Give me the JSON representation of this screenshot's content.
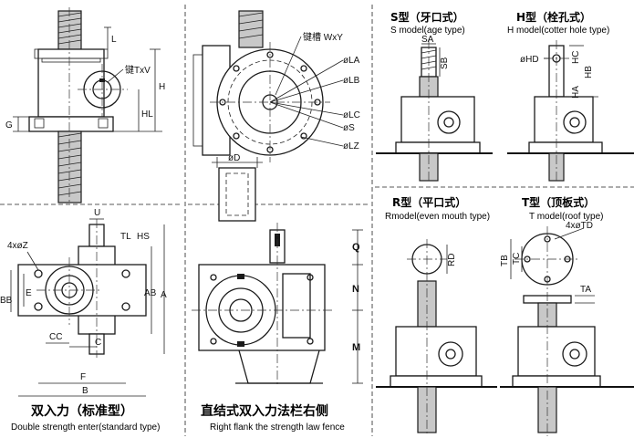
{
  "panels": {
    "top_left": {
      "labels": {
        "l": "L",
        "key": "键TxV",
        "h": "H",
        "hl": "HL",
        "g": "G"
      }
    },
    "bottom_left": {
      "labels": {
        "u": "U",
        "tl": "TL",
        "hs": "HS",
        "z": "4xøZ",
        "bb": "BB",
        "e": "E",
        "ab": "AB",
        "a": "A",
        "c": "C",
        "cc": "CC",
        "f": "F",
        "b": "B"
      },
      "caption_cn": "双入力（标准型）",
      "caption_en": "Double  strength enter(standard type)"
    },
    "top_middle": {
      "labels": {
        "keyway": "键槽  WxY",
        "la": "øLA",
        "lb": "øLB",
        "lc": "øLC",
        "s": "øS",
        "lz": "øLZ",
        "d": "øD"
      }
    },
    "bottom_middle": {
      "labels": {
        "q": "Q",
        "n": "N",
        "m": "M"
      },
      "caption_cn": "直结式双入力法栏右侧",
      "caption_en": "Right flank the strength law fence"
    },
    "s_model": {
      "title_cn": "S型（牙口式）",
      "title_en": "S model(age type)",
      "labels": {
        "sa": "SA",
        "sb": "SB"
      }
    },
    "h_model": {
      "title_cn": "H型（栓孔式）",
      "title_en": "H model(cotter hole type)",
      "labels": {
        "hd": "øHD",
        "hc": "HC",
        "hb": "HB",
        "ha": "HA"
      }
    },
    "r_model": {
      "title_cn": "R型（平口式）",
      "title_en": "Rmodel(even mouth type)",
      "labels": {
        "rd": "RD"
      }
    },
    "t_model": {
      "title_cn": "T型（顶板式）",
      "title_en": "T model(roof type)",
      "labels": {
        "td": "4xøTD",
        "tb": "TB",
        "tc": "TC",
        "ta": "TA"
      }
    }
  }
}
